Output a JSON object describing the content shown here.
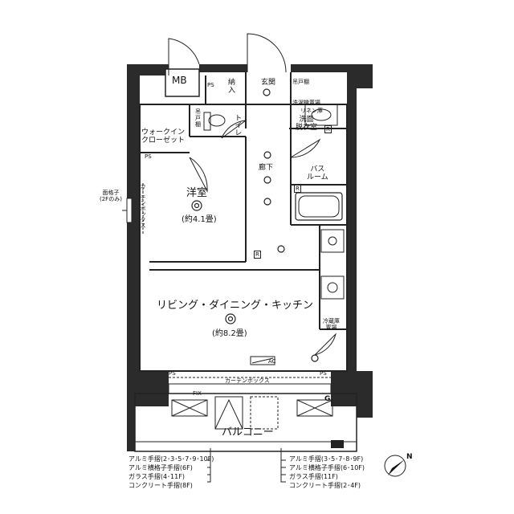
{
  "rooms": {
    "mb": "MB",
    "ps_top": "PS",
    "storage": "納\n入",
    "entrance": "玄関",
    "hanging_cabinet_top": "吊戸棚",
    "washer_space": "洗濯機置場",
    "linen_shelf": "リネン庫",
    "washroom": "洗面\n脱衣室",
    "hanging_cabinet_wc": "吊\n戸\n棚",
    "toilet": "トイレ",
    "walk_in_closet": "ウォークイン\nクローゼット",
    "ps_left": "PS",
    "hallway": "廊下",
    "bath": "バス\nルーム",
    "western_room": "洋室",
    "western_room_size": "(約4.1畳)",
    "curtain_box_left": "カーテンボックス",
    "ldk": "リビング・ダイニング・キッチン",
    "ldk_size": "(約8.2畳)",
    "fridge": "冷蔵庫\n置場",
    "ac": "AC",
    "ps_bottom_left": "PS",
    "ps_bottom_right": "PS",
    "curtain_box_bottom": "カーテンボックス",
    "fix": "FIX",
    "balcony": "バルコニー",
    "g_mark": "G",
    "r_mark_1": "R",
    "r_mark_2": "R",
    "r_mark_3": "R"
  },
  "annotations": {
    "lattice": "面格子\n(2Fのみ)"
  },
  "legend_left": [
    "アルミ手摺(2･3･5･7･9･10F)",
    "アルミ横格子手摺(6F)",
    "ガラス手摺(4･11F)",
    "コンクリート手摺(8F)"
  ],
  "legend_right": [
    "アルミ手摺(3･5･7･8･9F)",
    "アルミ横格子手摺(6･10F)",
    "ガラス手摺(11F)",
    "コンクリート手摺(2･4F)"
  ],
  "compass": {
    "label": "N"
  }
}
